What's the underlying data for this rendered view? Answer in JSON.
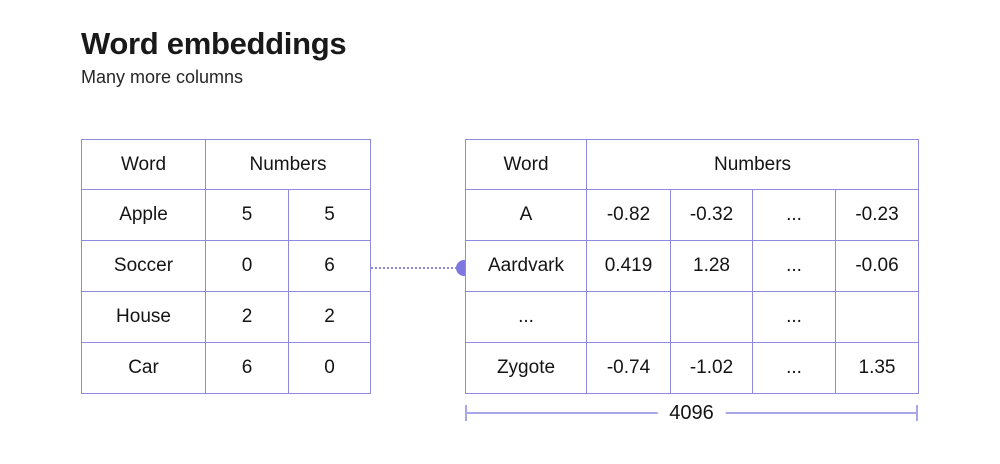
{
  "heading": {
    "title": "Word embeddings",
    "subtitle": "Many more columns"
  },
  "left_table": {
    "name": "simple-embeddings-table",
    "headers": {
      "word": "Word",
      "numbers": "Numbers"
    },
    "rows": [
      {
        "word": "Apple",
        "values": [
          "5",
          "5"
        ]
      },
      {
        "word": "Soccer",
        "values": [
          "0",
          "6"
        ]
      },
      {
        "word": "House",
        "values": [
          "2",
          "2"
        ]
      },
      {
        "word": "Car",
        "values": [
          "6",
          "0"
        ]
      }
    ]
  },
  "right_table": {
    "name": "full-embeddings-table",
    "headers": {
      "word": "Word",
      "numbers": "Numbers"
    },
    "rows": [
      {
        "word": "A",
        "values": [
          "-0.82",
          "-0.32",
          "...",
          "-0.23"
        ]
      },
      {
        "word": "Aardvark",
        "values": [
          "0.419",
          "1.28",
          "...",
          "-0.06"
        ]
      },
      {
        "word": "...",
        "values": [
          "",
          "",
          "...",
          ""
        ]
      },
      {
        "word": "Zygote",
        "values": [
          "-0.74",
          "-1.02",
          "...",
          "1.35"
        ]
      }
    ]
  },
  "dimension": {
    "label": "4096"
  },
  "colors": {
    "grid_border": "#8e8ae0",
    "connector": "#7c78e0",
    "dimension_rule": "#a9a6e8",
    "text": "#141414",
    "background": "#ffffff"
  }
}
